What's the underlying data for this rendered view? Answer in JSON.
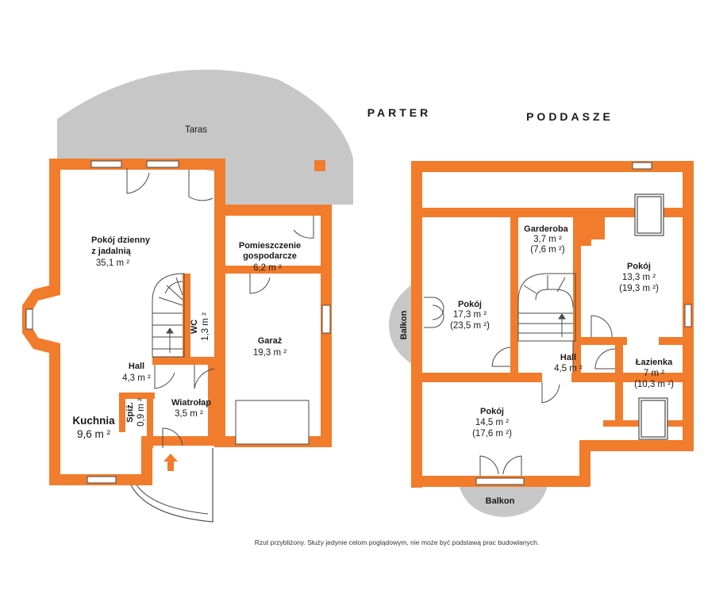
{
  "titles": {
    "ground": "PARTER",
    "attic": "PODDASZE"
  },
  "disclaimer": "Rzut przybliżony. Służy jedynie celom poglądowym, nie może być podstawą prac budowlanych.",
  "colors": {
    "wall": "#f07c2c",
    "terrace": "#c7c7c7",
    "window": "#ffffff",
    "stroke": "#4a4a4a"
  },
  "parter": {
    "taras": "Taras",
    "living": {
      "name1": "Pokój dzienny",
      "name2": "z jadalnią",
      "area": "35,1 m ²"
    },
    "utility": {
      "name1": "Pomieszczenie",
      "name2": "gospodarcze",
      "area": "6,2 m ²"
    },
    "wc": {
      "name": "WC",
      "area": "1,3 m ²"
    },
    "garage": {
      "name": "Garaż",
      "area": "19,3 m ²"
    },
    "hall": {
      "name": "Hall",
      "area": "4,3 m ²"
    },
    "pantry": {
      "name": "Spiż.",
      "area": "0,9 m ²"
    },
    "vestibule": {
      "name": "Wiatrołap",
      "area": "3,5 m ²"
    },
    "kitchen": {
      "name": "Kuchnia",
      "area": "9,6 m ²"
    }
  },
  "poddasze": {
    "wardrobe": {
      "name": "Garderoba",
      "area": "3,7 m ²",
      "area2": "(7,6 m ²)"
    },
    "room_right": {
      "name": "Pokój",
      "area": "13,3 m ²",
      "area2": "(19,3 m ²)"
    },
    "room_left": {
      "name": "Pokój",
      "area": "17,3 m ²",
      "area2": "(23,5 m ²)"
    },
    "balcony_left": "Balkon",
    "hall": {
      "name": "Hall",
      "area": "4,5 m ²"
    },
    "bathroom": {
      "name": "Łazienka",
      "area": "7 m ²",
      "area2": "(10,3 m ²)"
    },
    "room_bottom": {
      "name": "Pokój",
      "area": "14,5 m ²",
      "area2": "(17,6 m ²)"
    },
    "balcony_bottom": "Balkon"
  }
}
